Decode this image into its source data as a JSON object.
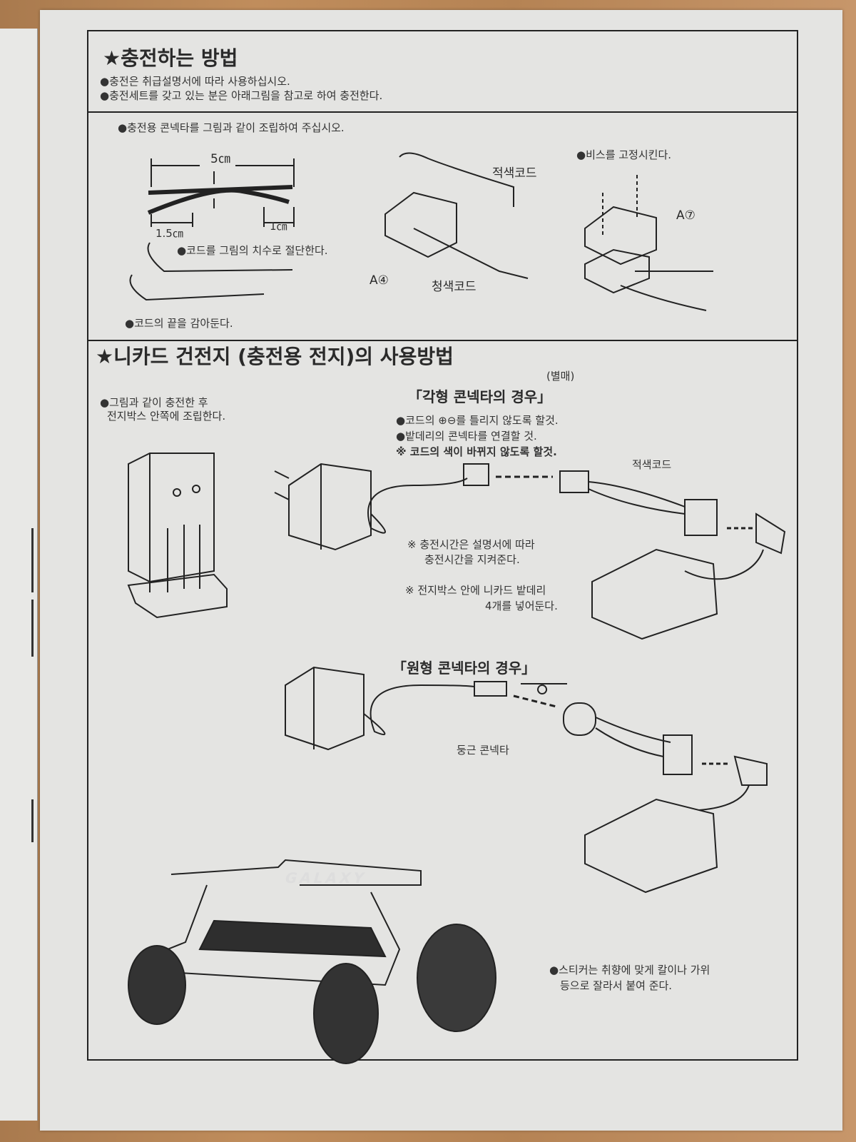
{
  "section1": {
    "title": "★충전하는 방법",
    "bullets": [
      "●충전은 취급설명서에 따라 사용하십시오.",
      "●충전세트를 갖고 있는 분은 아래그림을 참고로 하여 충전한다."
    ],
    "assembly_note": "●충전용 콘넥타를 그림과 같이 조립하여 주십시오.",
    "dim_5cm": "5㎝",
    "dim_1_5cm": "1.5㎝",
    "dim_1cm": "1㎝",
    "cut_note": "●코드를 그림의 치수로 절단한다.",
    "wrap_note": "●코드의 끝을 감아둔다.",
    "red_cord": "적색코드",
    "blue_cord": "청색코드",
    "part_a4": "A④",
    "screw_note": "●비스를 고정시킨다.",
    "part_a7": "A⑦"
  },
  "section2": {
    "title": "★니카드 건전지 (충전용 전지)의 사용방법",
    "left_note_1": "●그림과 같이 충전한 후",
    "left_note_2": "전지박스 안쪽에 조립한다.",
    "sold_separately": "(별매)",
    "square_title": "「각형 콘넥타의 경우」",
    "square_bullets": [
      "●코드의 ⊕⊖를 틀리지 않도록 할것.",
      "●밭데리의 콘넥타를 연결할 것.",
      "※ 코드의 색이 바뀌지 않도록 할것."
    ],
    "red_cord": "적색코드",
    "charge_time_1": "※ 충전시간은 설명서에 따라",
    "charge_time_2": "충전시간을 지켜준다.",
    "battery_1": "※ 전지박스 안에 니카드 밭데리",
    "battery_2": "4개를 넣어둔다.",
    "round_title": "「원형 콘넥타의 경우」",
    "round_connector": "둥근 콘넥타",
    "sticker_1": "●스티커는 취향에 맞게 칼이나 가위",
    "sticker_2": "등으로 잘라서 붙여 준다.",
    "car_logo": "GALAXY"
  }
}
